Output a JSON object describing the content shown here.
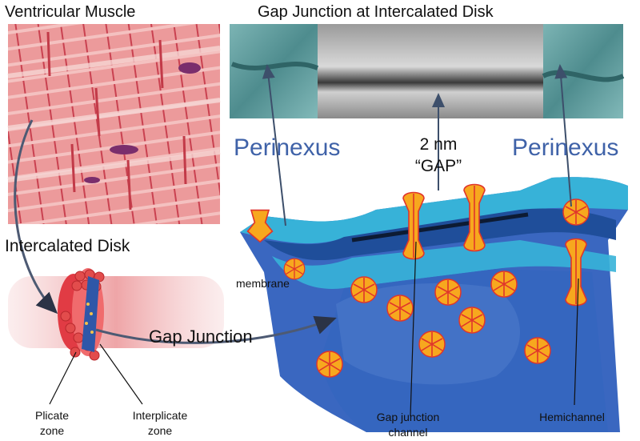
{
  "titles": {
    "ventricular_muscle": "Ventricular Muscle",
    "gap_junction_disk": "Gap Junction at Intercalated Disk",
    "intercalated_disk": "Intercalated Disk"
  },
  "labels": {
    "perinexus_left": "Perinexus",
    "perinexus_right": "Perinexus",
    "gap_size": "2 nm",
    "gap_word": "“GAP”",
    "membrane": "membrane",
    "gap_junction": "Gap Junction",
    "plicate_line1": "Plicate",
    "plicate_line2": "zone",
    "interplicate_line1": "Interplicate",
    "interplicate_line2": "zone",
    "gj_channel_line1": "Gap junction",
    "gj_channel_line2": "channel",
    "hemichannel": "Hemichannel"
  },
  "colors": {
    "muscle_pink": "#e9878a",
    "stripe_red": "#c94150",
    "em_teal": "#6fa7a8",
    "em_gray": "#8c8c8c",
    "membrane_dark_blue": "#1f4e9a",
    "membrane_light_blue": "#37b2d8",
    "cytoplasm_blue": "#3a67c0",
    "connexon_orange": "#f7a81e",
    "connexon_red": "#e0352b",
    "perinexus_blue": "#3f62a8"
  }
}
